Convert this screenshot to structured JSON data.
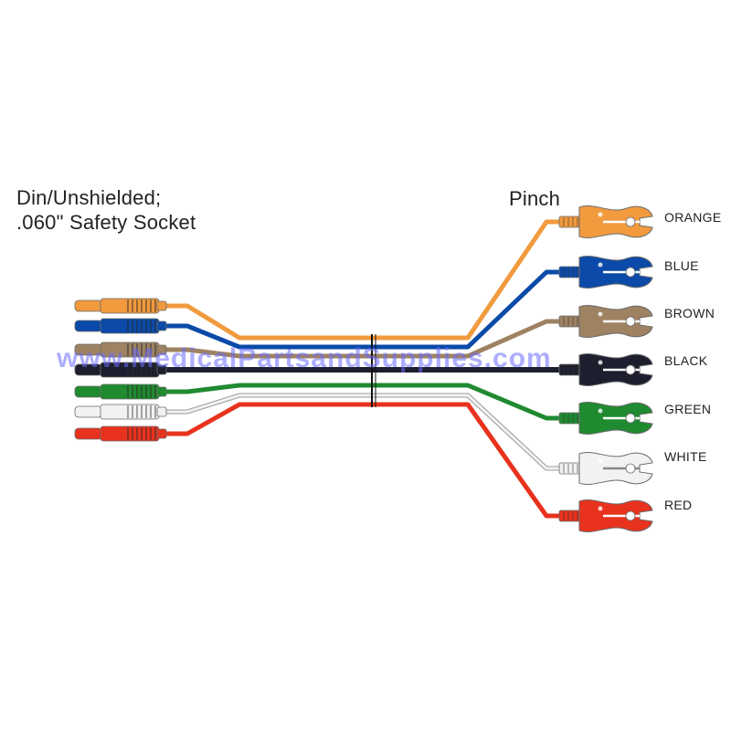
{
  "title": {
    "line1": "Din/Unshielded;",
    "line2": ".060\" Safety Socket"
  },
  "pinch_label": "Pinch",
  "watermark": "www.MedicalPartsandSupplies.com",
  "leads": [
    {
      "name": "ORANGE",
      "color": "#f19a3e"
    },
    {
      "name": "BLUE",
      "color": "#0b4aa8"
    },
    {
      "name": "BROWN",
      "color": "#9e8261"
    },
    {
      "name": "BLACK",
      "color": "#1d1f2e"
    },
    {
      "name": "GREEN",
      "color": "#1f8a30"
    },
    {
      "name": "WHITE",
      "color": "#f2f2f2"
    },
    {
      "name": "RED",
      "color": "#e8321d"
    }
  ],
  "colors": {
    "text": "#222222",
    "outline": "#6b6b6b",
    "watermark": "#6b6cff"
  },
  "icons": {
    "left_connector": "din-safety-socket-icon",
    "right_connector": "pinch-clip-icon"
  }
}
